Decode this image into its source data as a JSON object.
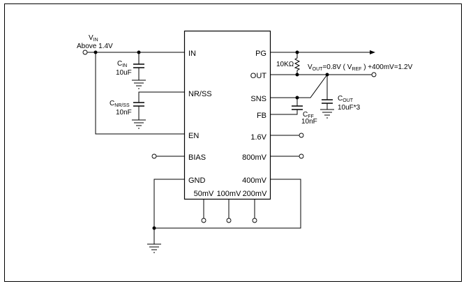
{
  "ic": {
    "left_pins": [
      "IN",
      "NR/SS",
      "EN",
      "BIAS",
      "GND"
    ],
    "right_pins": [
      "PG",
      "OUT",
      "SNS",
      "FB",
      "1.6V",
      "800mV",
      "400mV"
    ],
    "bottom_pins": [
      "50mV",
      "100mV",
      "200mV"
    ]
  },
  "vin": {
    "name": "V",
    "name_sub": "IN",
    "note": "Above 1.4V"
  },
  "cin": {
    "name": "C",
    "sub": "IN",
    "value": "10uF"
  },
  "cnrss": {
    "name": "C",
    "sub": "NR/SS",
    "value": "10nF"
  },
  "resistor": {
    "value": "10KΩ"
  },
  "cff": {
    "name": "C",
    "sub": "FF",
    "value": "10nF"
  },
  "cout": {
    "name": "C",
    "sub": "OUT",
    "value": "10uF*3"
  },
  "vout_eq": {
    "v": "V",
    "v_sub": "OUT",
    "mid": "=0.8V ( V",
    "ref_sub": "REF",
    "tail": " ) +400mV=1.2V"
  }
}
